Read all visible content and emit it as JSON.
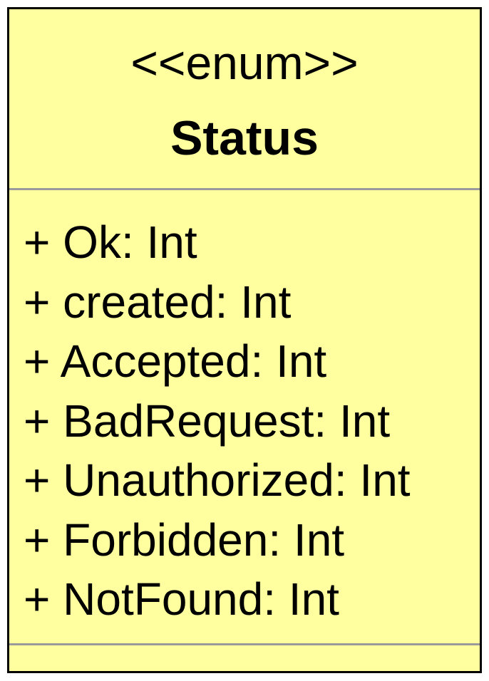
{
  "enum": {
    "stereotype": "<<enum>>",
    "name": "Status",
    "attributes": [
      "+ Ok: Int",
      "+ created: Int",
      "+ Accepted: Int",
      "+ BadRequest: Int",
      "+ Unauthorized: Int",
      "+ Forbidden: Int",
      "+ NotFound: Int"
    ]
  },
  "colors": {
    "fill": "#ffff9f",
    "border": "#000000",
    "divider": "#9a9a9a"
  }
}
